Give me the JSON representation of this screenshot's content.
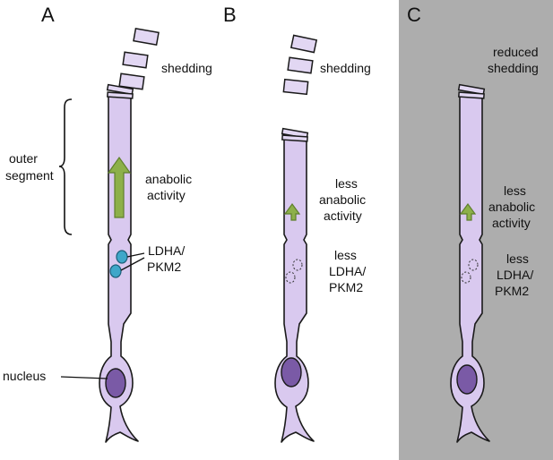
{
  "colors": {
    "cell_fill": "#d9c9ef",
    "cell_stroke": "#1a1a1a",
    "disc_fill": "#e2d7f3",
    "nucleus_fill": "#7a5aa6",
    "arrow_fill": "#8db04a",
    "arrow_stroke": "#5f7f2c",
    "enzyme_fill": "#3fa7c9",
    "panel_c_background": "#adadad"
  },
  "panels": {
    "a": {
      "letter": "A",
      "shedding": "shedding",
      "outer_segment": [
        "outer",
        "segment"
      ],
      "activity": [
        "anabolic",
        "activity"
      ],
      "enzymes": [
        "LDHA/",
        "PKM2"
      ],
      "nucleus": "nucleus"
    },
    "b": {
      "letter": "B",
      "shedding": "shedding",
      "activity": [
        "less",
        "anabolic",
        "activity"
      ],
      "enzymes": [
        "less",
        "LDHA/",
        "PKM2"
      ]
    },
    "c": {
      "letter": "C",
      "shedding": [
        "reduced",
        "shedding"
      ],
      "activity": [
        "less",
        "anabolic",
        "activity"
      ],
      "enzymes": [
        "less",
        "LDHA/",
        "PKM2"
      ]
    }
  }
}
